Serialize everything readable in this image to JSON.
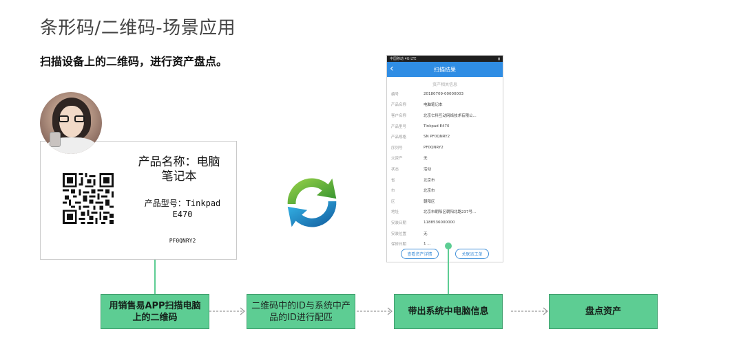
{
  "header": {
    "title": "条形码/二维码-场景应用",
    "subtitle": "扫描设备上的二维码，进行资产盘点。"
  },
  "label_card": {
    "product_name": "产品名称：电脑笔记本",
    "product_model": "产品型号：Tinkpad E470",
    "serial": "PF0QNRY2"
  },
  "phone": {
    "status_left": "中国移动 4G LTE",
    "status_right": "",
    "nav_title": "扫描结果",
    "back_icon": "chevron-left-icon",
    "section_title": "资产相关信息",
    "rows": [
      {
        "key": "编号",
        "value": "20180709-00000003"
      },
      {
        "key": "产品名称",
        "value": "电脑笔记本"
      },
      {
        "key": "客户名称",
        "value": "北京仁科互动网络技术有限公..."
      },
      {
        "key": "产品型号",
        "value": "Tinkpad E470"
      },
      {
        "key": "产品规格",
        "value": "SN PF0QNRY2"
      },
      {
        "key": "序列号",
        "value": "PF0QNRY2"
      },
      {
        "key": "父资产",
        "value": "无"
      },
      {
        "key": "状态",
        "value": "活动"
      },
      {
        "key": "省",
        "value": "北京市"
      },
      {
        "key": "市",
        "value": "北京市"
      },
      {
        "key": "区",
        "value": "朝阳区"
      },
      {
        "key": "地址",
        "value": "北京市朝阳区朝阳北路237号..."
      },
      {
        "key": "安装日期",
        "value": "1188536000000"
      },
      {
        "key": "安装位置",
        "value": "无"
      },
      {
        "key": "保修日期",
        "value": "1 ..."
      }
    ],
    "btn_details": "查看资产详情",
    "btn_workorder": "关联派工单"
  },
  "steps": [
    {
      "label": "用销售易APP扫描电脑上的二维码"
    },
    {
      "label": "二维码中的ID与系统中产品的ID进行配匹"
    },
    {
      "label": "带出系统中电脑信息"
    },
    {
      "label": "盘点资产"
    }
  ],
  "colors": {
    "step_fill": "#5dcd93",
    "connector": "#5dcd93",
    "phone_nav": "#2f8de4",
    "sync_green": "#4ea93a",
    "sync_blue": "#1e8ac9"
  }
}
